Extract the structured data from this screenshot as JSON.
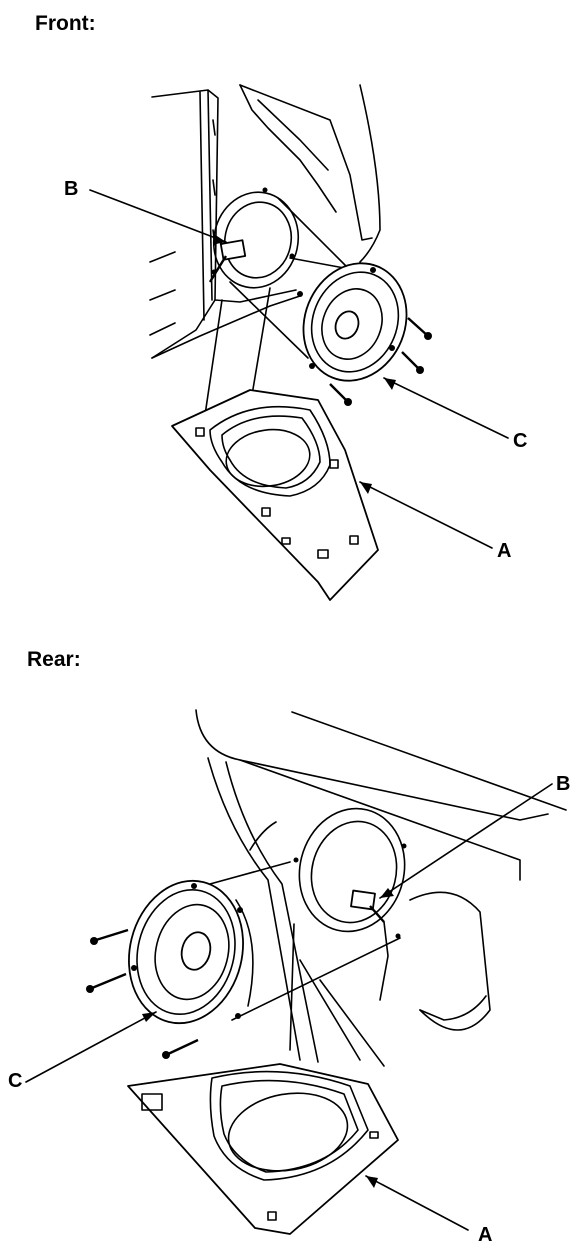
{
  "sections": {
    "front": {
      "title": "Front:",
      "callouts": {
        "a": "A",
        "b": "B",
        "c": "C"
      }
    },
    "rear": {
      "title": "Rear:",
      "callouts": {
        "a": "A",
        "b": "B",
        "c": "C"
      }
    }
  }
}
